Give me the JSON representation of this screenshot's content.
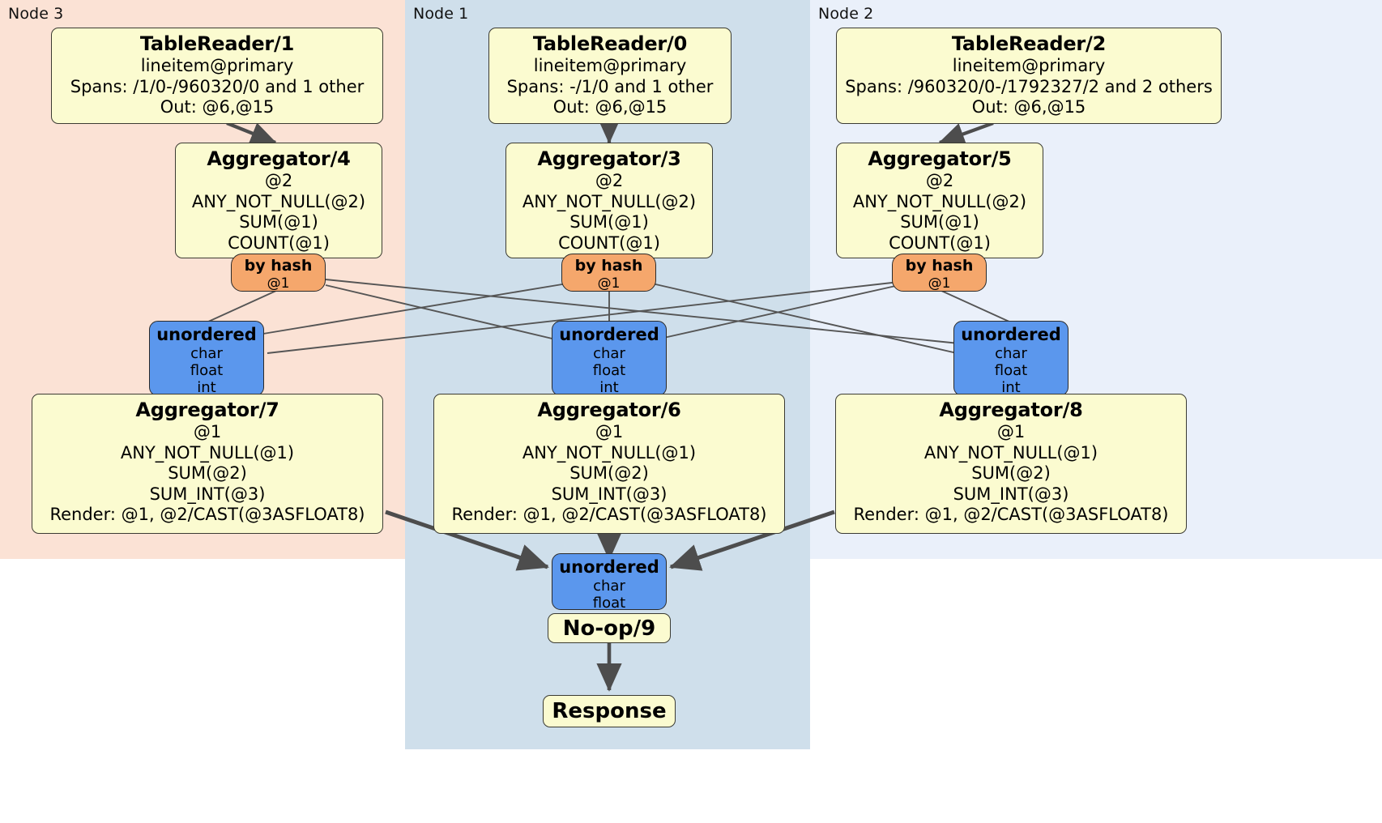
{
  "diagram": {
    "type": "distributed-query-execution-plan",
    "nodes_panels": [
      {
        "id": "node3",
        "label": "Node 3",
        "color": "#fbe2d5"
      },
      {
        "id": "node1",
        "label": "Node 1",
        "color": "#cfdfeb"
      },
      {
        "id": "node2",
        "label": "Node 2",
        "color": "#eaf0fa"
      }
    ],
    "processors": [
      {
        "id": "tablereader1",
        "panel": "node3",
        "title": "TableReader/1",
        "lines": [
          "lineitem@primary",
          "Spans: /1/0-/960320/0 and 1 other",
          "Out: @6,@15"
        ]
      },
      {
        "id": "tablereader0",
        "panel": "node1",
        "title": "TableReader/0",
        "lines": [
          "lineitem@primary",
          "Spans: -/1/0 and 1 other",
          "Out: @6,@15"
        ]
      },
      {
        "id": "tablereader2",
        "panel": "node2",
        "title": "TableReader/2",
        "lines": [
          "lineitem@primary",
          "Spans: /960320/0-/1792327/2 and 2 others",
          "Out: @6,@15"
        ]
      },
      {
        "id": "aggregator4",
        "panel": "node3",
        "title": "Aggregator/4",
        "lines": [
          "@2",
          "ANY_NOT_NULL(@2)",
          "SUM(@1)",
          "COUNT(@1)"
        ]
      },
      {
        "id": "aggregator3",
        "panel": "node1",
        "title": "Aggregator/3",
        "lines": [
          "@2",
          "ANY_NOT_NULL(@2)",
          "SUM(@1)",
          "COUNT(@1)"
        ]
      },
      {
        "id": "aggregator5",
        "panel": "node2",
        "title": "Aggregator/5",
        "lines": [
          "@2",
          "ANY_NOT_NULL(@2)",
          "SUM(@1)",
          "COUNT(@1)"
        ]
      },
      {
        "id": "aggregator7",
        "panel": "node3",
        "title": "Aggregator/7",
        "lines": [
          "@1",
          "ANY_NOT_NULL(@1)",
          "SUM(@2)",
          "SUM_INT(@3)",
          "Render: @1, @2/CAST(@3ASFLOAT8)"
        ]
      },
      {
        "id": "aggregator6",
        "panel": "node1",
        "title": "Aggregator/6",
        "lines": [
          "@1",
          "ANY_NOT_NULL(@1)",
          "SUM(@2)",
          "SUM_INT(@3)",
          "Render: @1, @2/CAST(@3ASFLOAT8)"
        ]
      },
      {
        "id": "aggregator8",
        "panel": "node2",
        "title": "Aggregator/8",
        "lines": [
          "@1",
          "ANY_NOT_NULL(@1)",
          "SUM(@2)",
          "SUM_INT(@3)",
          "Render: @1, @2/CAST(@3ASFLOAT8)"
        ]
      }
    ],
    "hash_routers": [
      {
        "id": "byhash4",
        "panel": "node3",
        "title": "by hash",
        "lines": [
          "@1"
        ]
      },
      {
        "id": "byhash3",
        "panel": "node1",
        "title": "by hash",
        "lines": [
          "@1"
        ]
      },
      {
        "id": "byhash5",
        "panel": "node2",
        "title": "by hash",
        "lines": [
          "@1"
        ]
      }
    ],
    "unordered_routers": [
      {
        "id": "unordered7",
        "panel": "node3",
        "title": "unordered",
        "lines": [
          "char",
          "float",
          "int"
        ]
      },
      {
        "id": "unordered6",
        "panel": "node1",
        "title": "unordered",
        "lines": [
          "char",
          "float",
          "int"
        ]
      },
      {
        "id": "unordered8",
        "panel": "node2",
        "title": "unordered",
        "lines": [
          "char",
          "float",
          "int"
        ]
      },
      {
        "id": "unordered9",
        "panel": "node1",
        "title": "unordered",
        "lines": [
          "char",
          "float"
        ]
      }
    ],
    "terminals": [
      {
        "id": "noop9",
        "panel": "node1",
        "title": "No-op/9"
      },
      {
        "id": "response",
        "panel": "node1",
        "title": "Response"
      }
    ],
    "colors": {
      "processor_fill": "#fbfbd0",
      "router_fill": "#5b97ed",
      "hash_fill": "#f5a76c",
      "node3_panel": "#fbe2d5",
      "node1_panel": "#cfdfeb",
      "node2_panel": "#eaf0fa",
      "edge": "#4d4d4d",
      "border": "#3b3b33"
    }
  }
}
